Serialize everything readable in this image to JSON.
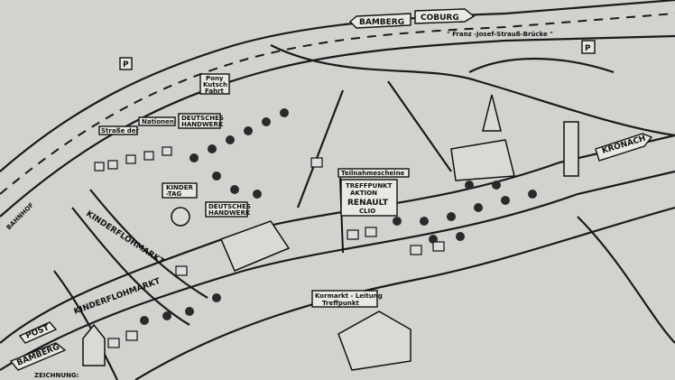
{
  "map": {
    "road_signs": {
      "bamberg_top": "BAMBERG",
      "coburg": "COBURG",
      "bridge": "\" Franz -Josef-Strauß-Brücke \"",
      "parking_left": "P",
      "parking_right": "P",
      "kronach": "KRONACH",
      "bahnhof": "BAHNHOF",
      "post": "POST",
      "bamberg_bottom": "BAMBERG"
    },
    "event_signs": {
      "pony_line1": "Pony",
      "pony_line2": "Kutsch",
      "pony_line3": "Fahrt",
      "strasse_der": "Straße der",
      "nationen": "Nationen",
      "handwerk1_line1": "DEUTSCHES",
      "handwerk1_line2": "HANDWERK",
      "kindertag_line1": "KINDER",
      "kindertag_line2": "-TAG",
      "handwerk2_line1": "DEUTSCHES",
      "handwerk2_line2": "HANDWERK",
      "flohmarkt1": "KINDERFLOHMARKT",
      "flohmarkt2": "KINDERFLOHMARKT",
      "teilnahme": "Teilnahmescheine",
      "treffpunkt_line1": "TREFFPUNKT",
      "treffpunkt_line2": "AKTION",
      "treffpunkt_line3": "RENAULT",
      "treffpunkt_line4": "CLIO",
      "kormarkt_line1": "Kormarkt - Leitung",
      "kormarkt_line2": "Treffpunkt",
      "credit": "ZEICHNUNG:"
    }
  }
}
